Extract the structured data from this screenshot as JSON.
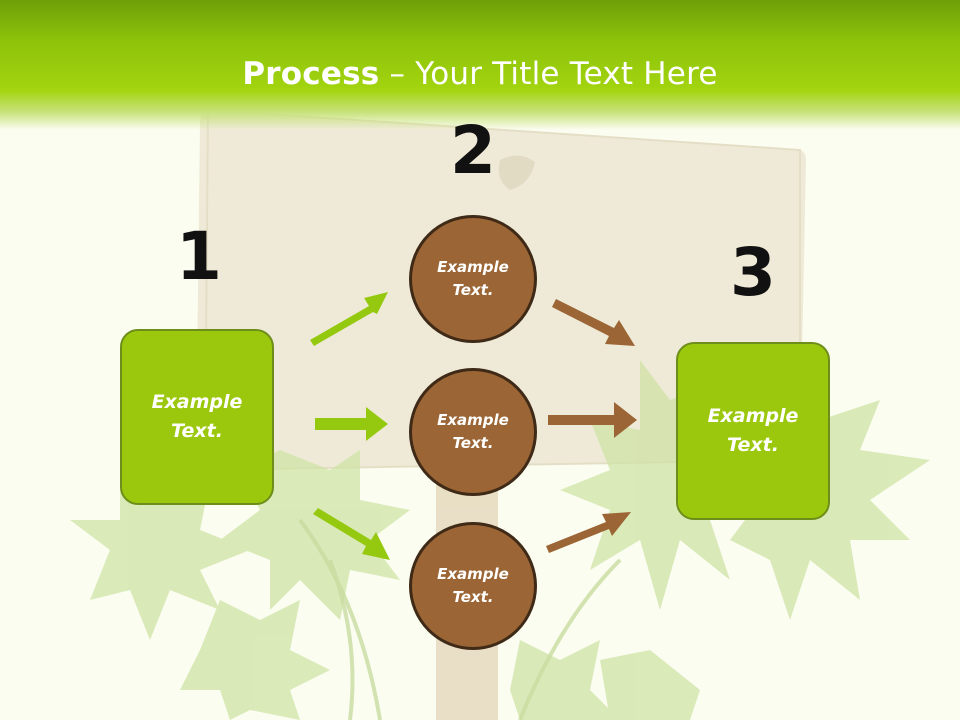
{
  "slide": {
    "title_bold": "Process",
    "title_rest": " – Your Title Text Here"
  },
  "steps": {
    "step1": {
      "number": "1",
      "text": "Example\nText."
    },
    "step2": {
      "number": "2",
      "circles": [
        {
          "text": "Example\nText."
        },
        {
          "text": "Example\nText."
        },
        {
          "text": "Example\nText."
        }
      ]
    },
    "step3": {
      "number": "3",
      "text": "Example\nText."
    }
  },
  "colors": {
    "header_green": "#8cc20a",
    "box_green": "#9bc80c",
    "circle_brown": "#9b6535",
    "arrow_green": "#95c90f",
    "arrow_brown": "#9b6535"
  }
}
